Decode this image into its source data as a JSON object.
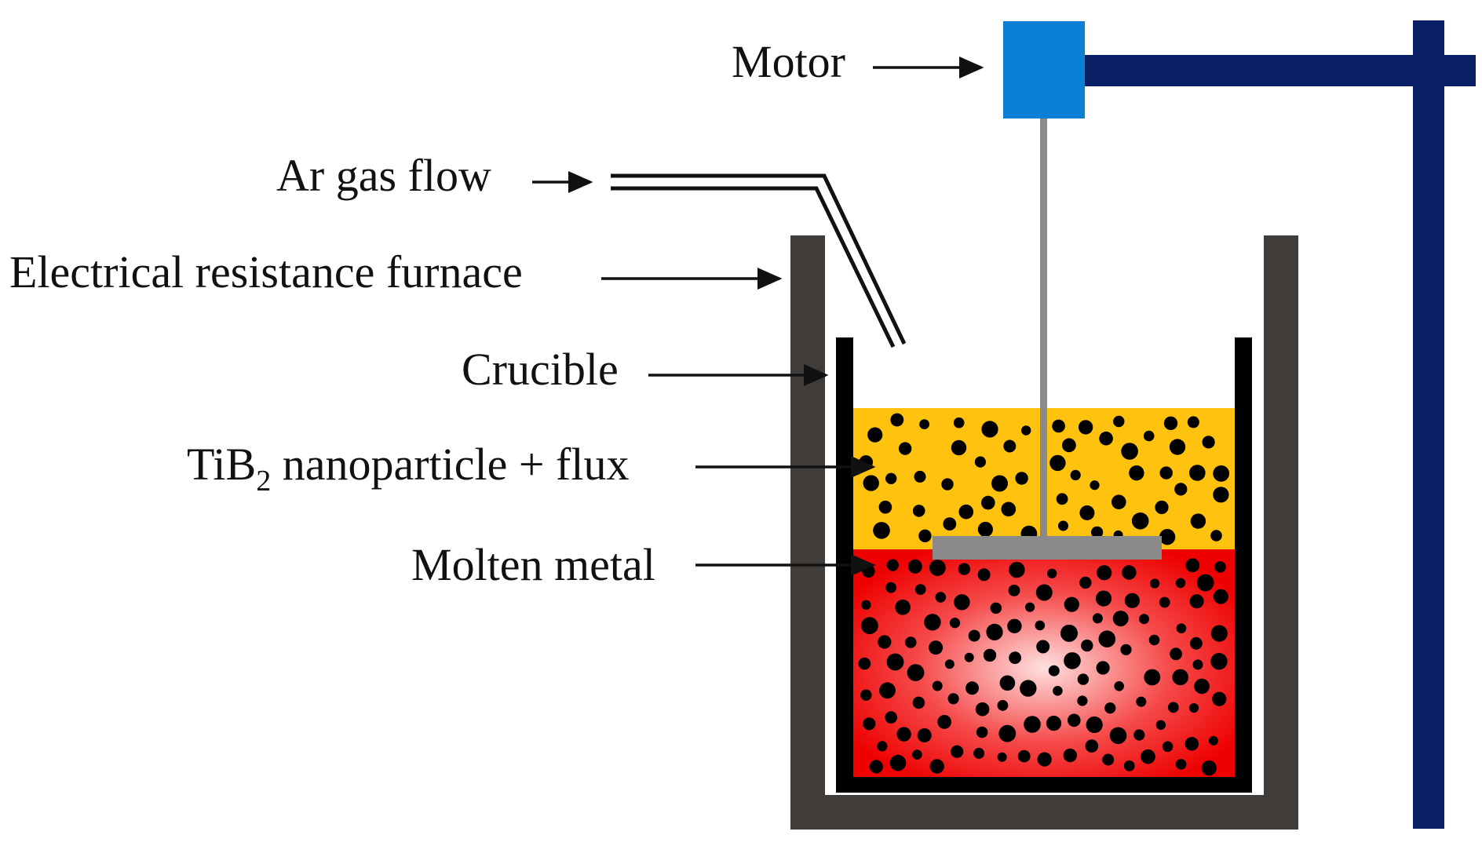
{
  "labels": {
    "motor": "Motor",
    "ar_gas_flow": "Ar gas flow",
    "furnace": "Electrical resistance furnace",
    "crucible": "Crucible",
    "tib2_prefix": "TiB",
    "tib2_subscript": "2",
    "tib2_suffix": " nanoparticle + flux",
    "molten_metal": "Molten metal"
  },
  "colors": {
    "furnace": "#3f3c3a",
    "crucible": "#000000",
    "flux_layer": "#ffc20e",
    "molten_center": "#ffe0e0",
    "molten_edge": "#ee0000",
    "motor": "#0b7fd4",
    "stand": "#0b1f66",
    "shaft": "#8a8a8a",
    "particle": "#000000"
  }
}
